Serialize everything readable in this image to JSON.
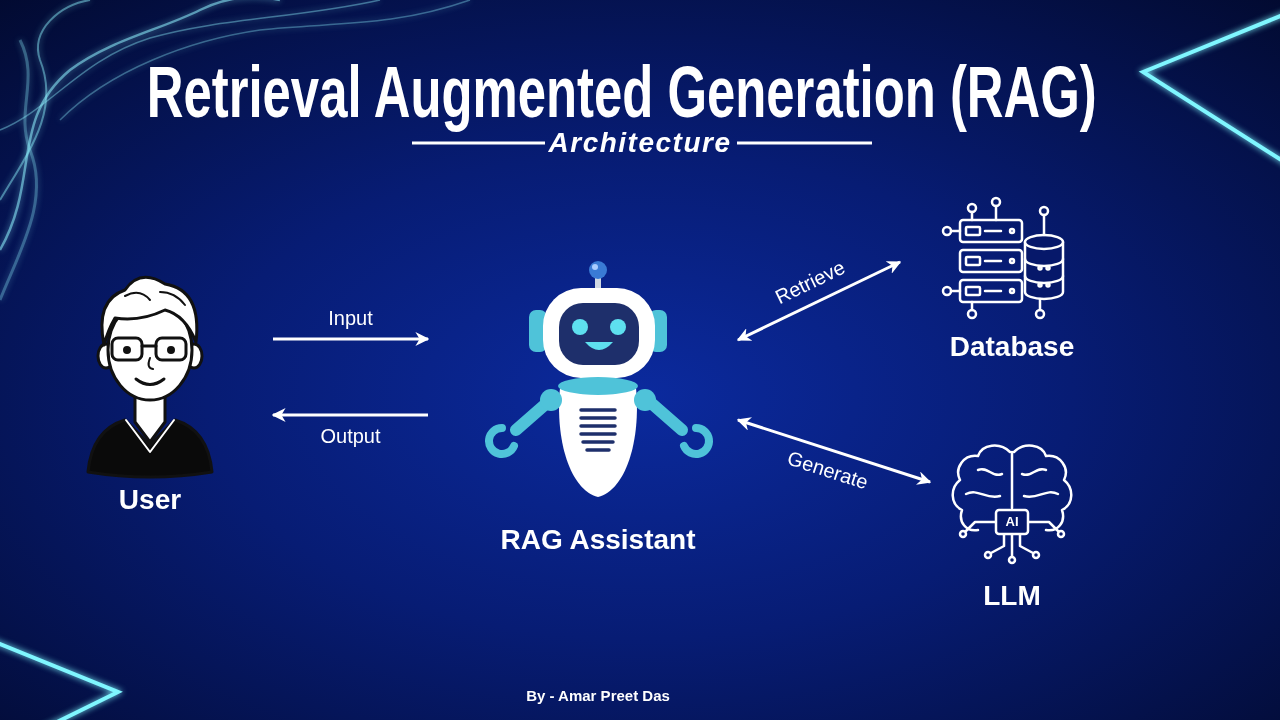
{
  "diagram": {
    "title": "Retrieval Augmented Generation (RAG)",
    "nodes": [
      {
        "text": [
          "User"
        ]
      },
      {
        "text": [
          "RAG Assistant"
        ]
      },
      {
        "text": [
          "Database"
        ]
      },
      {
        "text": [
          "LLM"
        ]
      }
    ],
    "edges": [
      {
        "from": 0,
        "to": 1,
        "label": "Input",
        "arrow": "to"
      },
      {
        "from": 1,
        "to": 0,
        "label": "Output",
        "arrow": "to"
      },
      {
        "from": 1,
        "to": 2,
        "label": "Retrieve",
        "arrow": "both"
      },
      {
        "from": 1,
        "to": 3,
        "label": "Generate",
        "arrow": "both"
      }
    ],
    "labels": [
      "Architecture",
      "AI",
      "By - Amar Preet Das"
    ]
  }
}
